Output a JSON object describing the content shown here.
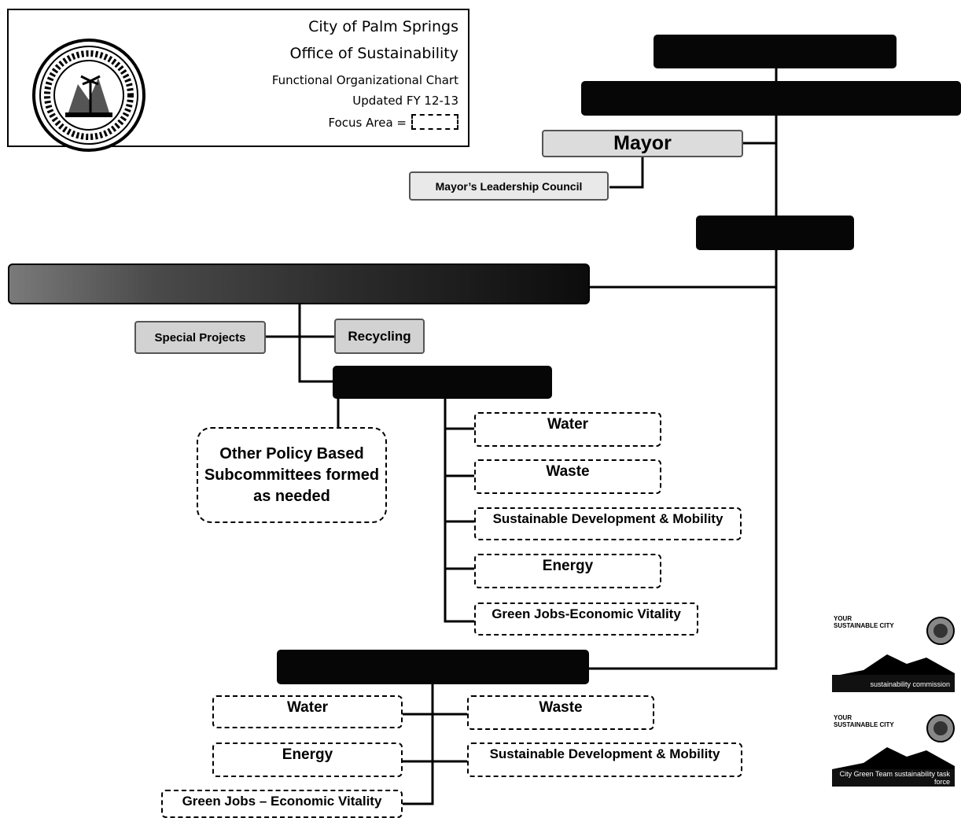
{
  "header": {
    "city": "City of Palm Springs",
    "office": "Office of Sustainability",
    "chart_name": "Functional Organizational Chart",
    "updated": "Updated FY 12-13",
    "focus_label": "Focus Area ="
  },
  "nodes": {
    "mayor": "Mayor",
    "leadership_council": "Mayor’s Leadership Council",
    "special_projects": "Special Projects",
    "recycling": "Recycling",
    "other_subcommittees": "Other Policy Based Subcommittees formed as needed"
  },
  "commission_focus_areas": [
    "Water",
    "Waste",
    "Sustainable Development & Mobility",
    "Energy",
    "Green Jobs-Economic Vitality"
  ],
  "team_focus_areas": {
    "left": [
      "Water",
      "Energy",
      "Green Jobs – Economic Vitality"
    ],
    "right": [
      "Waste",
      "Sustainable Development & Mobility"
    ]
  },
  "logos": [
    {
      "title": "YOUR SUSTAINABLE CITY",
      "band": "sustainability commission"
    },
    {
      "title": "YOUR SUSTAINABLE CITY",
      "band": "City Green Team sustainability task force"
    }
  ],
  "colors": {
    "line": "#000000",
    "dark_box": "#060606",
    "light_box": "#dcdcdc"
  }
}
